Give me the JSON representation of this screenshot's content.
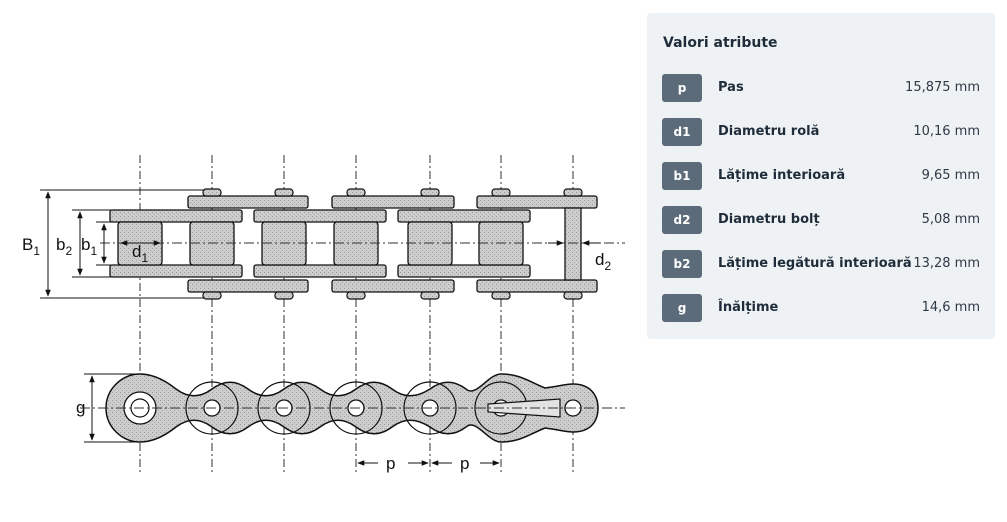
{
  "drawing": {
    "dim_labels": {
      "B1": {
        "main": "B",
        "sub": "1"
      },
      "b2": {
        "main": "b",
        "sub": "2"
      },
      "b1": {
        "main": "b",
        "sub": "1"
      },
      "d1": {
        "main": "d",
        "sub": "1"
      },
      "d2": {
        "main": "d",
        "sub": "2"
      },
      "g": "g",
      "p1": "p",
      "p2": "p"
    }
  },
  "panel": {
    "title": "Valori atribute",
    "rows": [
      {
        "code": "p",
        "label": "Pas",
        "value": "15,875 mm"
      },
      {
        "code": "d1",
        "label": "Diametru rolă",
        "value": "10,16 mm"
      },
      {
        "code": "b1",
        "label": "Lățime interioară",
        "value": "9,65 mm"
      },
      {
        "code": "d2",
        "label": "Diametru bolț",
        "value": "5,08 mm"
      },
      {
        "code": "b2",
        "label": "Lățime legătură interioară",
        "value": "13,28 mm"
      },
      {
        "code": "g",
        "label": "Înălțime",
        "value": "14,6 mm"
      }
    ]
  },
  "colors": {
    "panel_bg": "#eef2f5",
    "badge_bg": "#5c6b7a",
    "plate_fill": "#c8c8c8",
    "line": "#111111"
  }
}
